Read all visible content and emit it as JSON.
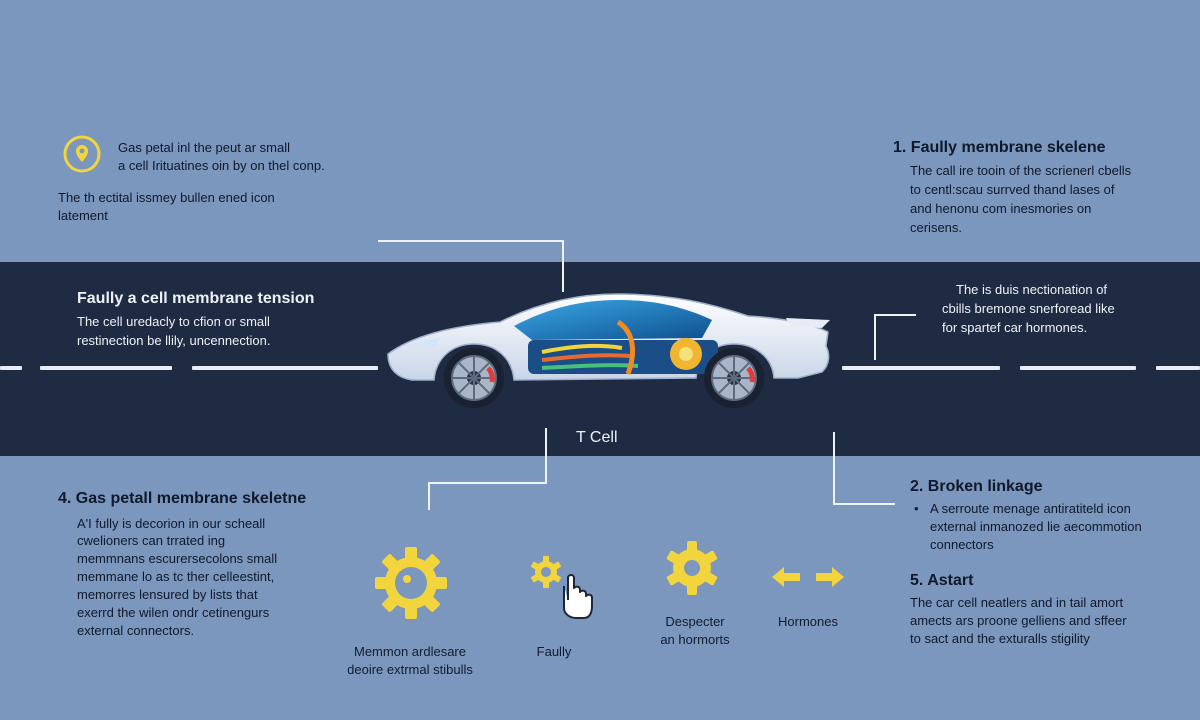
{
  "top_left": {
    "icon": "map-pin-icon",
    "line1": "Gas petal inl the peut ar small",
    "line2": "a cell Irituatines oin by on thel conp.",
    "line3": "The th ectital issmey bullen ened icon",
    "line4": "latement"
  },
  "top_right": {
    "title": "1. Faully membrane skelene",
    "line1": "The call ire tooin of the scrienerl cbells",
    "line2": "to centl:scau surrved thand lases of",
    "line3": "and henonu com inesmories on",
    "line4": "cerisens."
  },
  "band_left": {
    "title": "Faully a cell membrane tension",
    "line1": "The cell uredacly to cfion or small",
    "line2": "restinection be llily, uncennection."
  },
  "band_right": {
    "line1": "The is duis nectionation of",
    "line2": "cbills bremone snerforead like",
    "line3": "for spartef car hormones."
  },
  "center_label": "T Cell",
  "bottom_left": {
    "title": "4. Gas petall membrane skeletne",
    "lines": [
      "A'I fully is decorion in our scheall",
      "cwelioners can trrated ing",
      "memmnans escurersecolons small",
      "memmane lo as tc ther celleestint,",
      "memorres lensured by lists that",
      "exerrd the wilen ondr cetinengurs",
      "external connectors."
    ]
  },
  "bottom_right": {
    "title2": "2. Broken linkage",
    "bullet": "•",
    "line2a": "A serroute menage antiratiteld icon",
    "line2b": "external inmanozed lie aecommotion",
    "line2c": "connectors",
    "title5": "5. Astart",
    "line5a": "The car cell neatlers and in tail amort",
    "line5b": "amects ars proone gelliens and sffeer",
    "line5c": "to sact and the exturalls stigility"
  },
  "icons": [
    {
      "name": "gear-icon",
      "caption1": "Memmon ardlesare",
      "caption2": "deoire extrmal stibulls"
    },
    {
      "name": "pointer-hand-icon",
      "caption1": "Faully",
      "caption2": ""
    },
    {
      "name": "gear-small-icon",
      "caption1": "Despecter",
      "caption2": "an hormorts"
    },
    {
      "name": "double-arrow-icon",
      "caption1": "Hormones",
      "caption2": ""
    }
  ],
  "colors": {
    "background": "#7c97bd",
    "band": "#1f2b42",
    "accent_yellow": "#f2d43c",
    "car_body": "#eef2f8"
  }
}
